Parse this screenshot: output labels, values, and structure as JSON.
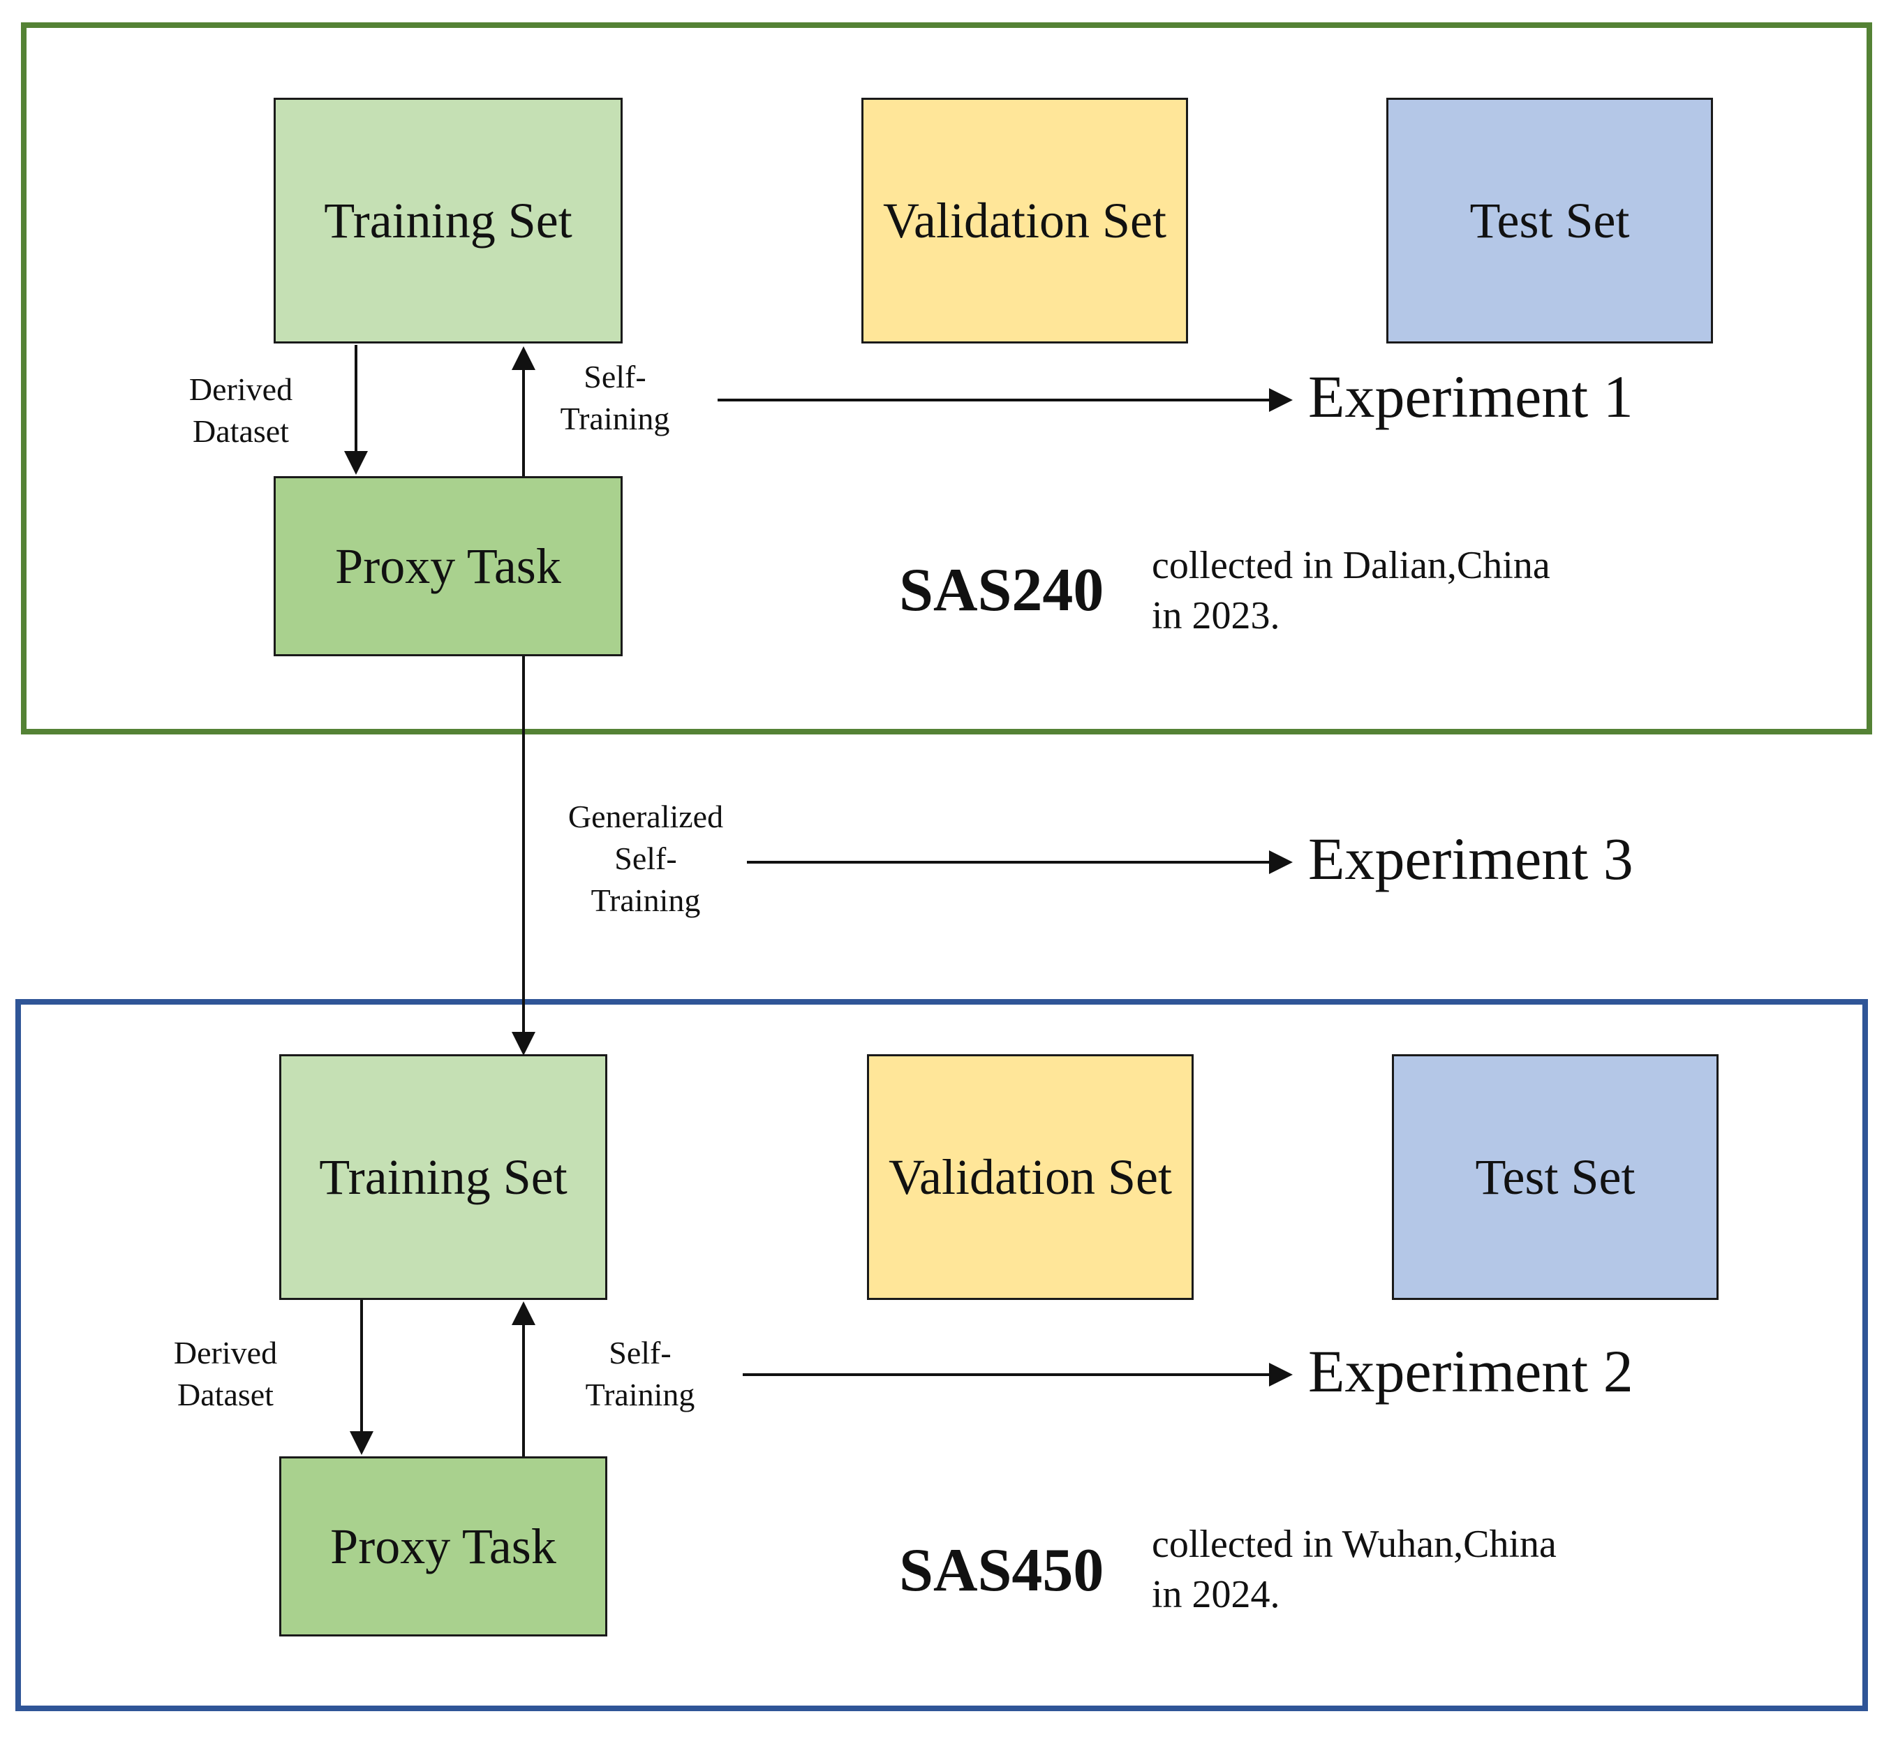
{
  "sas240": {
    "name": "SAS240",
    "description_lines": [
      "collected in Dalian,China",
      "in 2023."
    ],
    "training_set": "Training Set",
    "validation_set": "Validation Set",
    "test_set": "Test Set",
    "proxy_task": "Proxy Task",
    "derived_label": [
      "Derived",
      "Dataset"
    ],
    "self_training_label": [
      "Self-",
      "Training"
    ],
    "experiment": "Experiment 1"
  },
  "transfer": {
    "label": [
      "Generalized",
      "Self-",
      "Training"
    ],
    "experiment": "Experiment 3"
  },
  "sas450": {
    "name": "SAS450",
    "description_lines": [
      "collected in Wuhan,China",
      "in 2024."
    ],
    "training_set": "Training Set",
    "validation_set": "Validation Set",
    "test_set": "Test Set",
    "proxy_task": "Proxy Task",
    "derived_label": [
      "Derived",
      "Dataset"
    ],
    "self_training_label": [
      "Self-",
      "Training"
    ],
    "experiment": "Experiment 2"
  },
  "colors": {
    "frame_top": "#548235",
    "frame_bottom": "#2f5597",
    "training_fill": "#c5e0b4",
    "validation_fill": "#ffe699",
    "test_fill": "#b4c7e7",
    "proxy_fill": "#a9d18e"
  }
}
